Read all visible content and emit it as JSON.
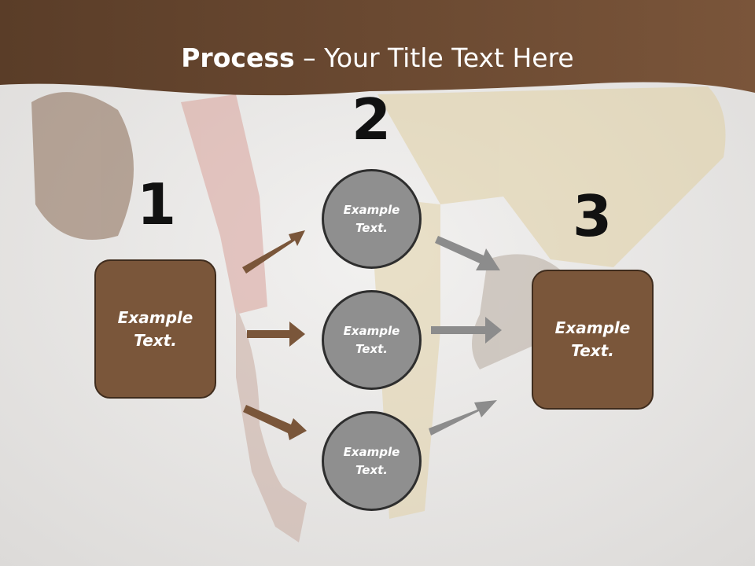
{
  "title": {
    "bold": "Process",
    "rest": " – Your Title Text Here"
  },
  "colors": {
    "header": "#6e4b33",
    "box_fill": "#7a563a",
    "circle_fill": "#8f8f8f",
    "arrow_brown": "#7a563a",
    "arrow_gray": "#8c8c8c"
  },
  "steps": {
    "one": "1",
    "two": "2",
    "three": "3"
  },
  "left_box": {
    "line1": "Example",
    "line2": "Text."
  },
  "circles": [
    {
      "line1": "Example",
      "line2": "Text."
    },
    {
      "line1": "Example",
      "line2": "Text."
    },
    {
      "line1": "Example",
      "line2": "Text."
    }
  ],
  "right_box": {
    "line1": "Example",
    "line2": "Text."
  }
}
